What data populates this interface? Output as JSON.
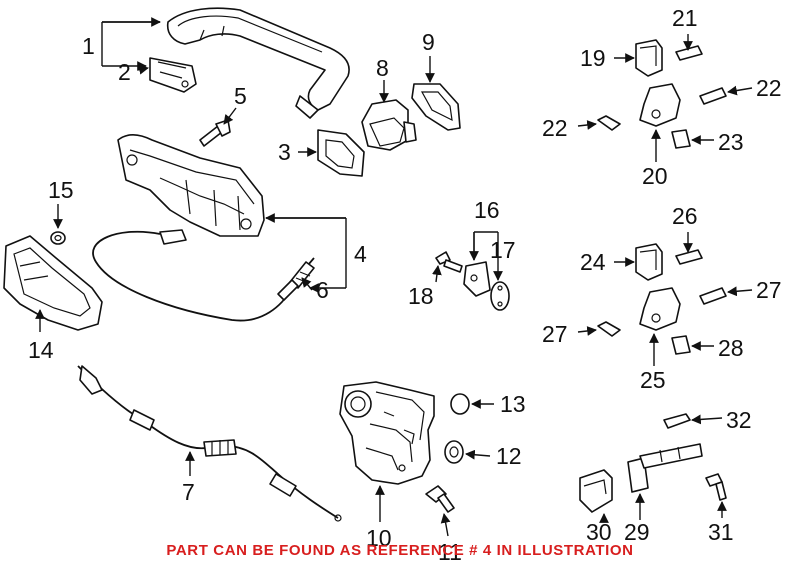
{
  "diagram": {
    "callouts": [
      "1",
      "2",
      "3",
      "4",
      "5",
      "6",
      "7",
      "8",
      "9",
      "10",
      "11",
      "12",
      "13",
      "14",
      "15",
      "16",
      "17",
      "18",
      "19",
      "20",
      "21",
      "22",
      "22",
      "23",
      "24",
      "25",
      "26",
      "27",
      "27",
      "28",
      "29",
      "30",
      "31",
      "32"
    ],
    "notice": "PART CAN BE FOUND AS REFERENCE # 4 IN ILLUSTRATION",
    "notice_color": "#d81e1e",
    "line_color": "#111111"
  }
}
